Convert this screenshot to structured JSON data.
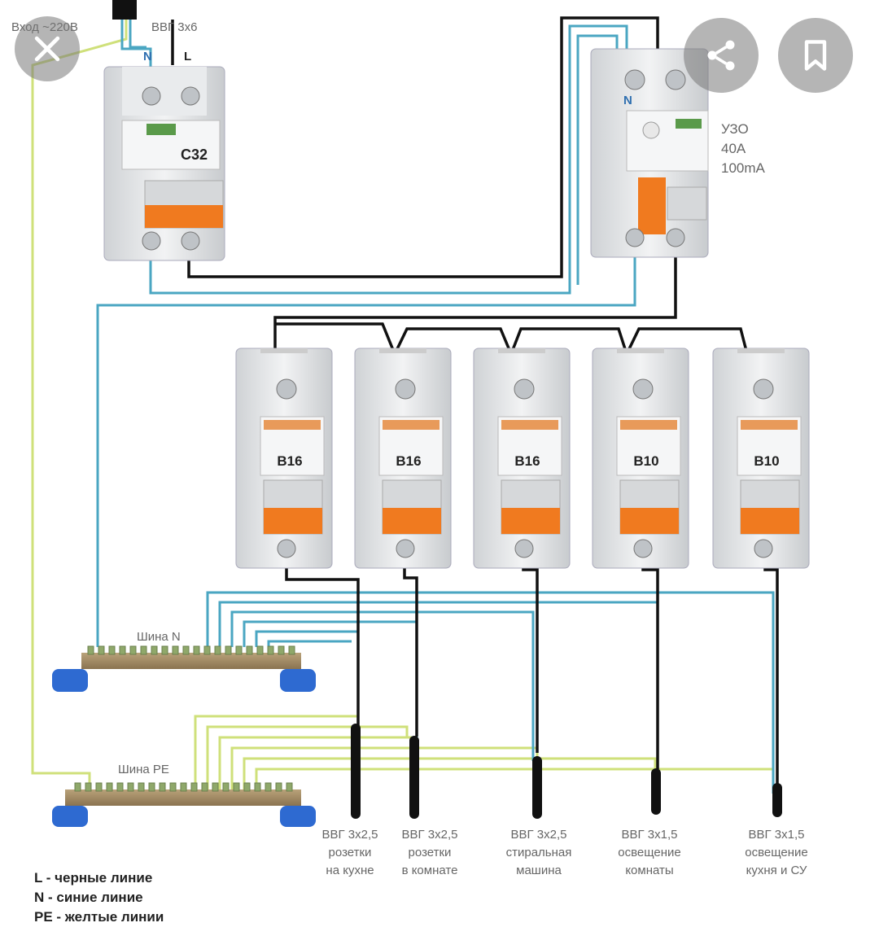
{
  "toolbar": {
    "close_icon": "close-icon",
    "share_icon": "share-icon",
    "bookmark_icon": "bookmark-icon"
  },
  "diagram": {
    "input_label": "Вход ~220В",
    "input_cable": "ВВГ 3х6",
    "main_breaker": {
      "rating": "C32",
      "terminal_n": "N",
      "terminal_l": "L"
    },
    "rcd": {
      "terminal_n": "N",
      "title": "УЗО",
      "current": "40А",
      "leakage": "100mA"
    },
    "breakers": [
      "B16",
      "B16",
      "B16",
      "B10",
      "B10"
    ],
    "bus_n": "Шина N",
    "bus_pe": "Шина PE",
    "outputs": [
      {
        "cable": "ВВГ 3х2,5",
        "line1": "розетки",
        "line2": "на кухне"
      },
      {
        "cable": "ВВГ 3х2,5",
        "line1": "розетки",
        "line2": "в комнате"
      },
      {
        "cable": "ВВГ 3х2,5",
        "line1": "стиральная",
        "line2": "машина"
      },
      {
        "cable": "ВВГ 3х1,5",
        "line1": "освещение",
        "line2": "комнаты"
      },
      {
        "cable": "ВВГ 3х1,5",
        "line1": "освещение",
        "line2": "кухня и СУ"
      }
    ],
    "legend": [
      "L - черные линие",
      "N - синие линие",
      "PE - желтые линии"
    ]
  },
  "colors": {
    "phase": "#111111",
    "neutral": "#4aa6c2",
    "earth": "#cfe07a",
    "handle": "#f07a1f",
    "body": "#e4e6e8"
  }
}
